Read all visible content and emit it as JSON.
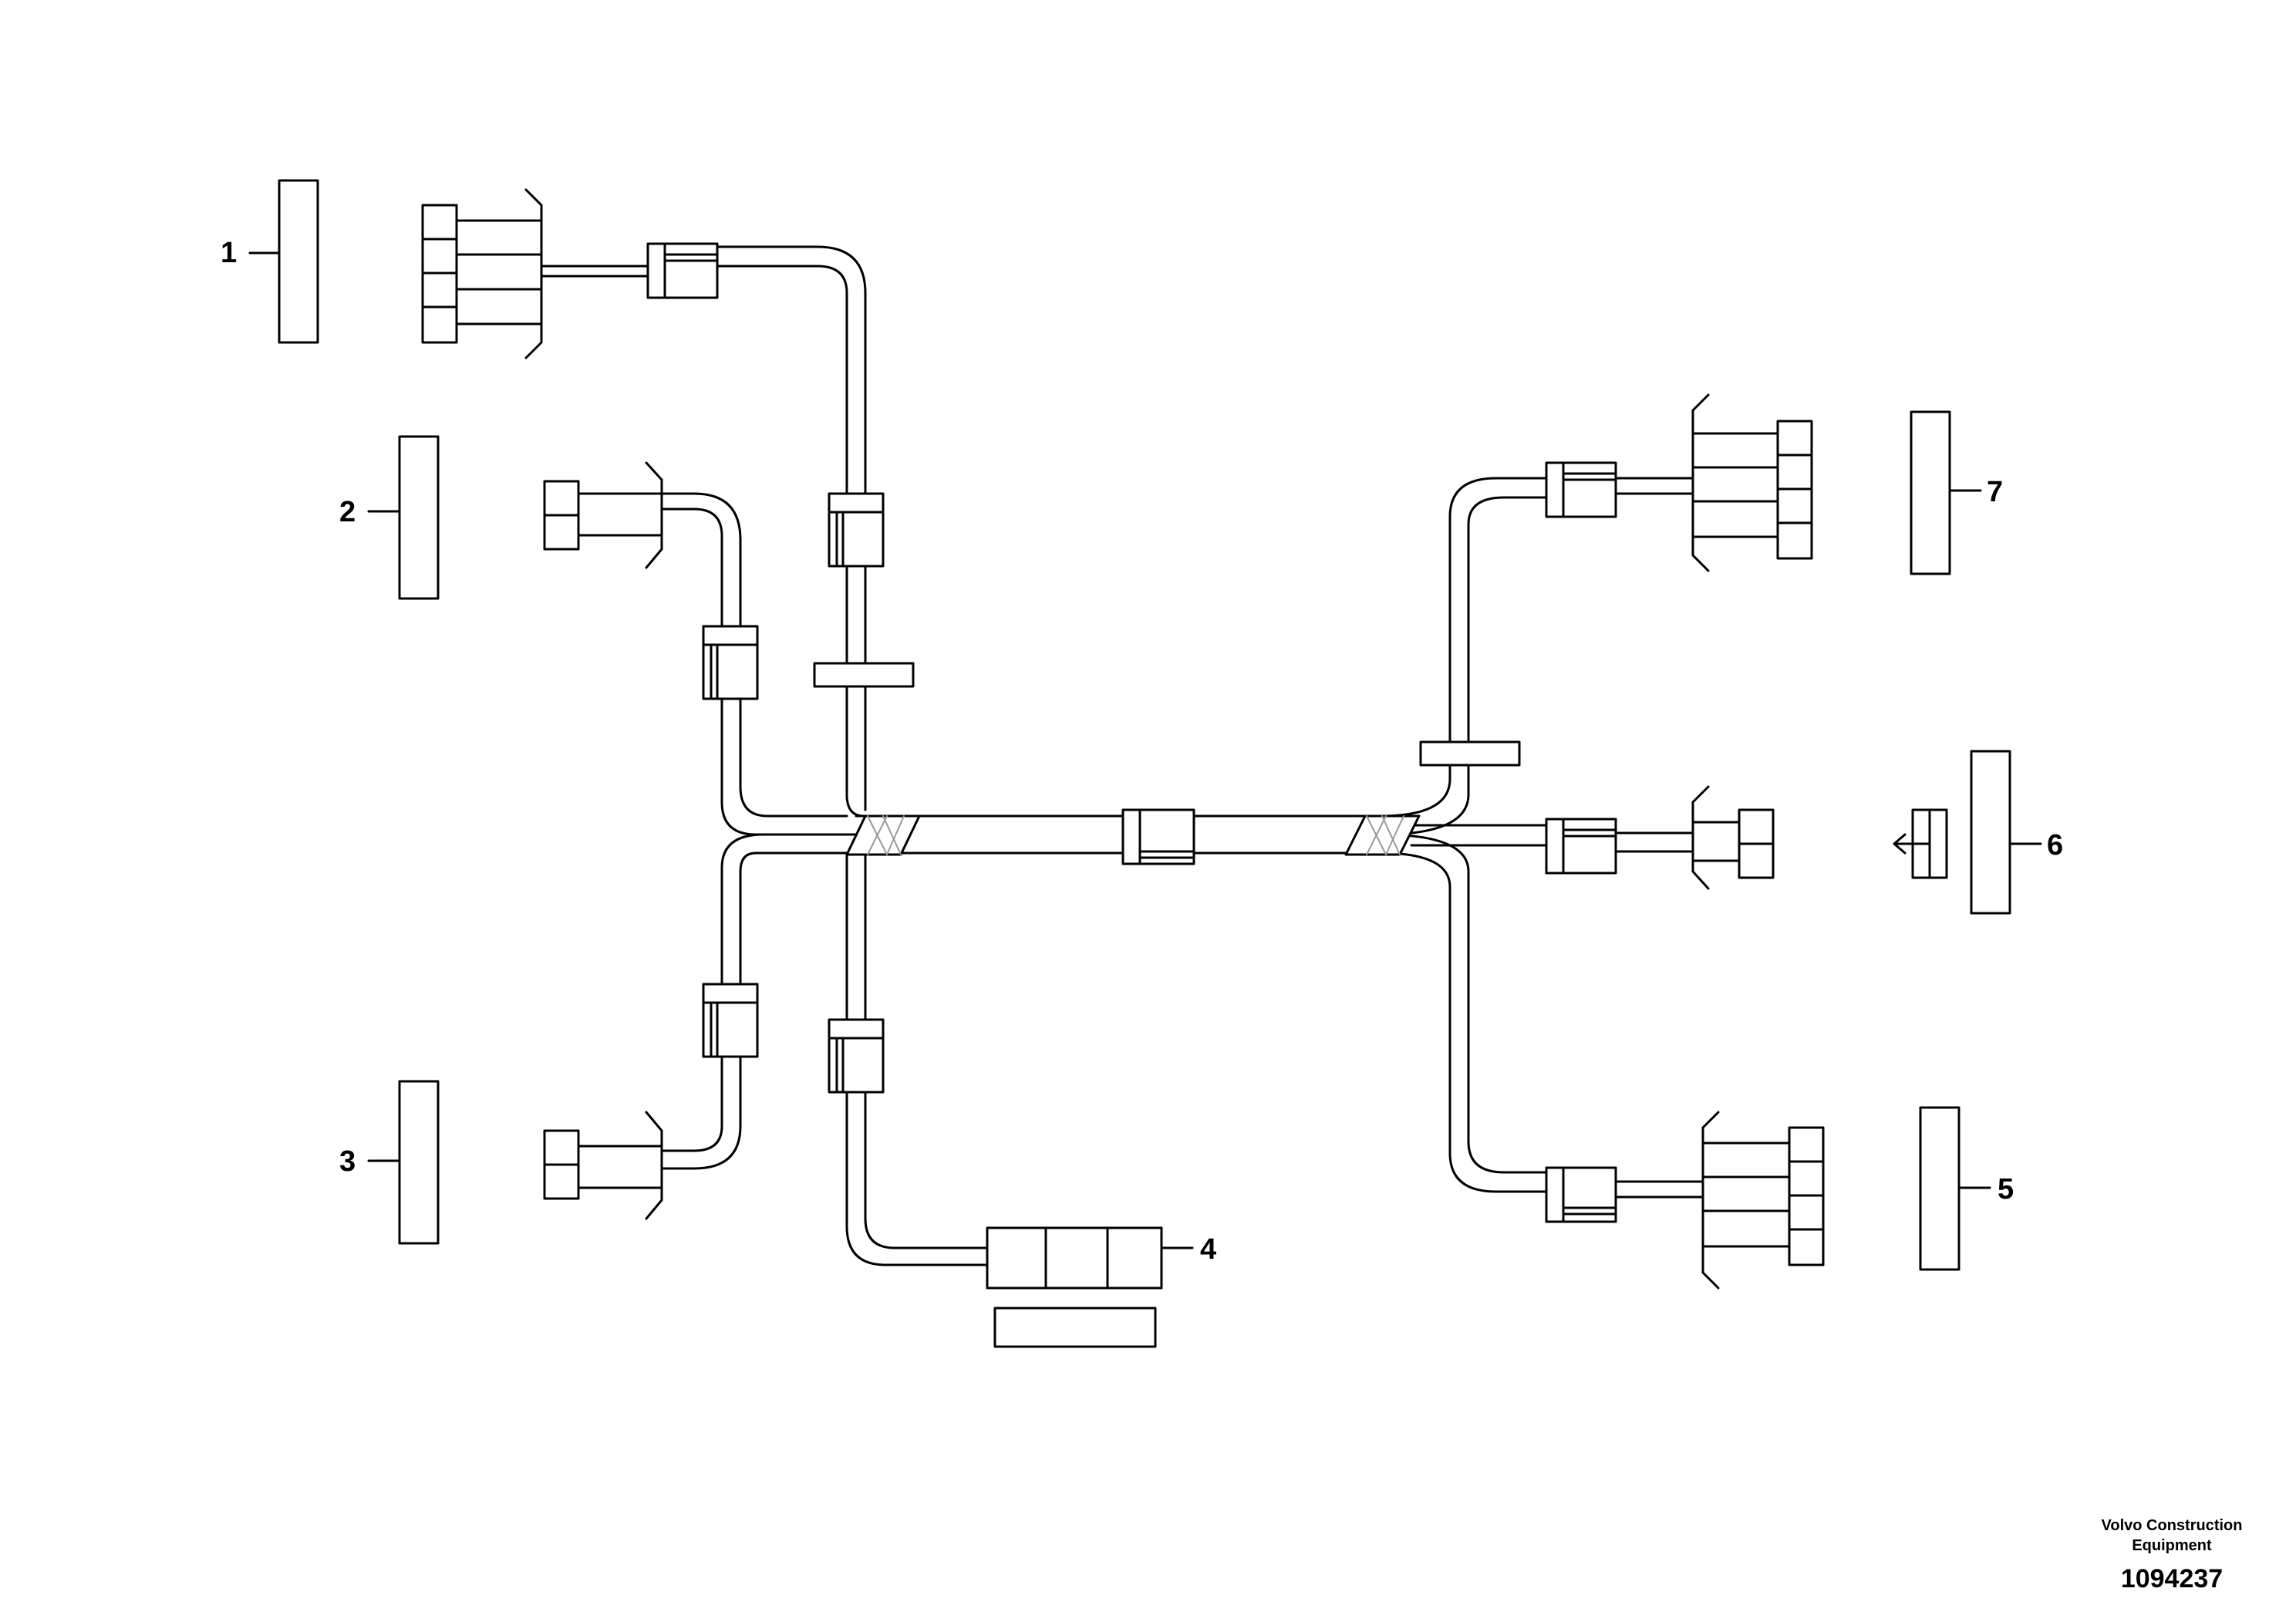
{
  "callouts": {
    "c1": "1",
    "c2": "2",
    "c3": "3",
    "c4": "4",
    "c5": "5",
    "c6": "6",
    "c7": "7"
  },
  "footer": {
    "brand_line1": "Volvo Construction",
    "brand_line2": "Equipment",
    "doc_number": "1094237"
  }
}
